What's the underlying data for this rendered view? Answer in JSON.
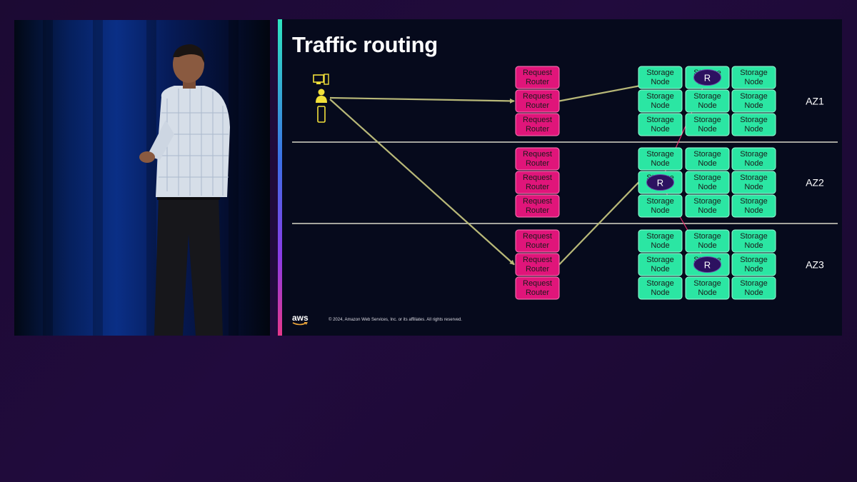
{
  "slide": {
    "title": "Traffic routing",
    "copyright": "© 2024, Amazon Web Services, Inc. or its affiliates. All rights reserved.",
    "logo_text": "aws"
  },
  "colors": {
    "router": "#e0157a",
    "storage": "#2be6a3",
    "arrow": "#b8b878",
    "replica_link": "#e6306e",
    "replica_node": "#2c1160",
    "divider": "#d8d8c8",
    "client_icon": "#f2e03a"
  },
  "diagram": {
    "router_label": [
      "Request",
      "Router"
    ],
    "storage_label": [
      "Storage",
      "Node"
    ],
    "replica_label": "R",
    "zones": [
      {
        "label": "AZ1",
        "replica": [
          0,
          1
        ]
      },
      {
        "label": "AZ2",
        "replica": [
          1,
          0
        ]
      },
      {
        "label": "AZ3",
        "replica": [
          1,
          1
        ]
      }
    ],
    "client_icons": [
      "desktop-icon",
      "user-icon",
      "mobile-phone-icon"
    ]
  }
}
